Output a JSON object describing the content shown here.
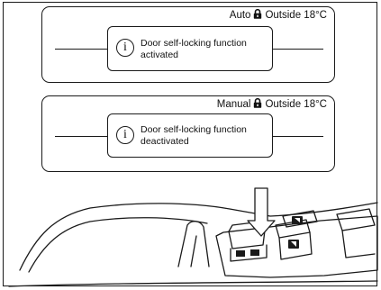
{
  "panels": [
    {
      "status_prefix": "Auto",
      "lock_icon": "padlock-icon",
      "status_suffix": "Outside 18°C",
      "message_line1": "Door self-locking function",
      "message_line2": "activated",
      "info_glyph": "i"
    },
    {
      "status_prefix": "Manual",
      "lock_icon": "padlock-icon",
      "status_suffix": "Outside 18°C",
      "message_line1": "Door self-locking function",
      "message_line2": "deactivated",
      "info_glyph": "i"
    }
  ],
  "illustration": {
    "subject": "driver-door-armrest-switch-panel",
    "indicator": "downward-arrow-pointing-at-central-locking-switch",
    "switch_icons": [
      "window-switch-icon",
      "window-switch-icon",
      "central-lock-switch-icon"
    ]
  }
}
